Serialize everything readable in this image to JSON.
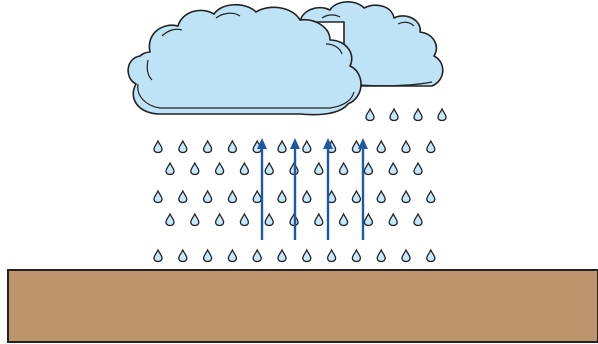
{
  "diagram": {
    "elements": {
      "back_cloud": "cloud",
      "front_cloud": "cloud",
      "raindrops": "raindrop",
      "arrows": "upward-arrow",
      "ground": "ground"
    },
    "arrow_count": 4,
    "raindrop_rows": 6,
    "colors": {
      "cloud_fill": "#bfe3f6",
      "outline": "#222222",
      "raindrop_fill": "#c7e8fb",
      "arrow": "#1c5aa6",
      "ground_fill": "#bd946c"
    }
  }
}
